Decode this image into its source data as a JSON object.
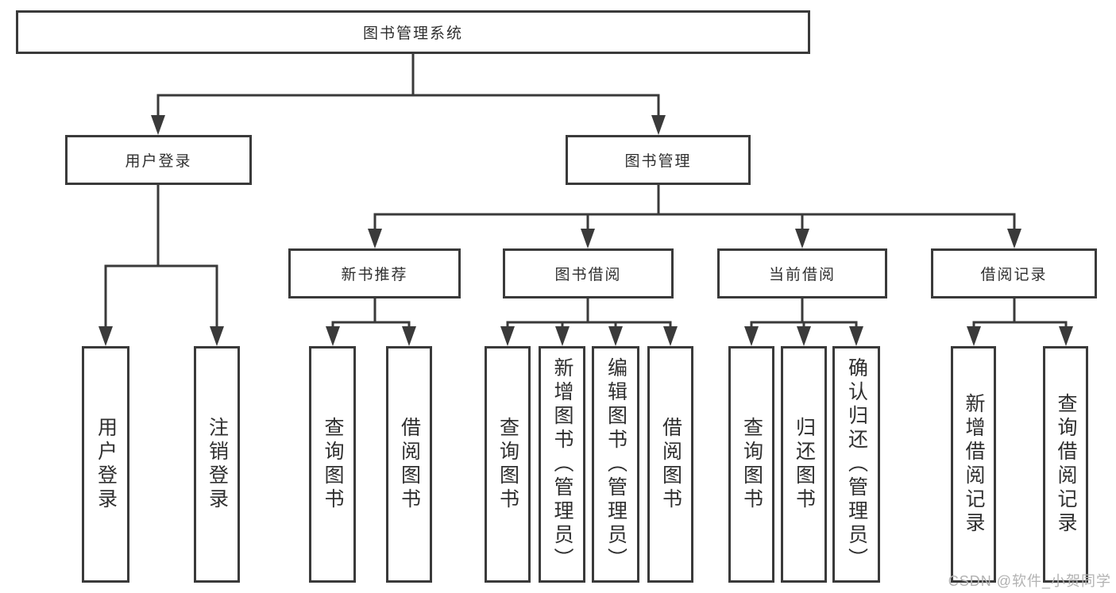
{
  "tree": {
    "label": "图书管理系统",
    "children": [
      {
        "label": "用户登录",
        "children": [
          {
            "label": "用户登录"
          },
          {
            "label": "注销登录"
          }
        ]
      },
      {
        "label": "图书管理",
        "children": [
          {
            "label": "新书推荐",
            "children": [
              {
                "label": "查询图书"
              },
              {
                "label": "借阅图书"
              }
            ]
          },
          {
            "label": "图书借阅",
            "children": [
              {
                "label": "查询图书"
              },
              {
                "label": "新增图书（管理员）"
              },
              {
                "label": "编辑图书（管理员）"
              },
              {
                "label": "借阅图书"
              }
            ]
          },
          {
            "label": "当前借阅",
            "children": [
              {
                "label": "查询图书"
              },
              {
                "label": "归还图书"
              },
              {
                "label": "确认归还（管理员）"
              }
            ]
          },
          {
            "label": "借阅记录",
            "children": [
              {
                "label": "新增借阅记录"
              },
              {
                "label": "查询借阅记录"
              }
            ]
          }
        ]
      }
    ]
  },
  "watermark": "CSDN @软件_小贺同学",
  "colors": {
    "line": "#3a3a3a",
    "box_border": "#3a3a3a",
    "box_fill": "#ffffff",
    "text": "#2f2f2f",
    "watermark": "#b2b2b2",
    "background": "#ffffff"
  }
}
